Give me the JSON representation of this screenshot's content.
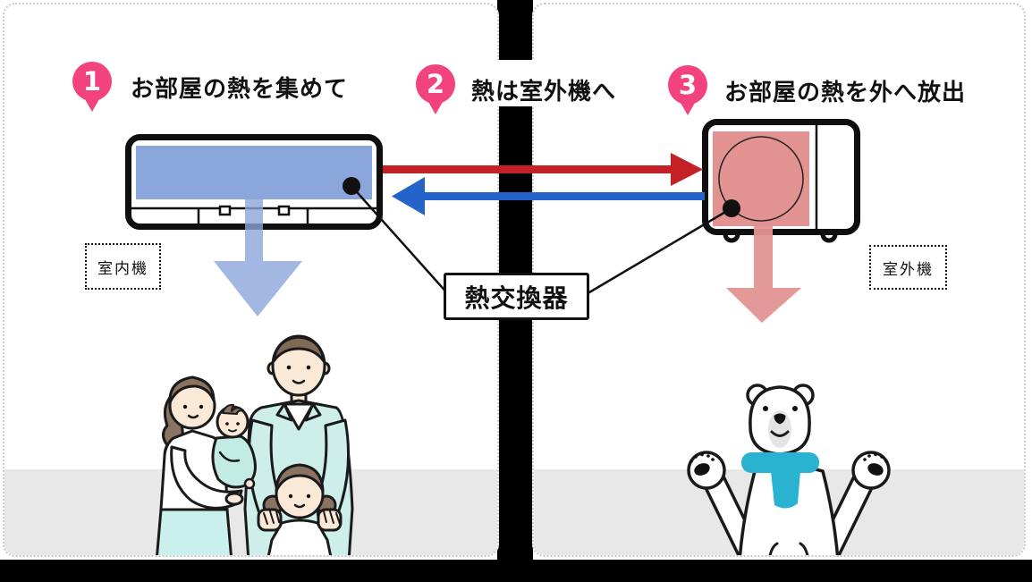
{
  "diagram": {
    "steps": [
      {
        "number": "1",
        "label": "お部屋の熱を集めて"
      },
      {
        "number": "2",
        "label": "熱は室外機へ"
      },
      {
        "number": "3",
        "label": "お部屋の熱を外へ放出"
      }
    ],
    "labels": {
      "indoor_unit": "室内機",
      "outdoor_unit": "室外機",
      "heat_exchanger": "熱交換器"
    },
    "icons": {
      "indoor_unit": "indoor-ac-unit-illustration",
      "outdoor_unit": "outdoor-ac-unit-illustration",
      "family": "family-illustration",
      "polar_bear": "polar-bear-illustration",
      "heat_to_outdoor": "red-right-arrow",
      "refrigerant_return": "blue-left-arrow",
      "cool_air_down": "blue-down-arrow",
      "exhaust_heat_down": "red-down-arrow",
      "heat_exchanger_callout": "callout-lines-with-dots"
    },
    "colors": {
      "step_badge_pink": "#F2437F",
      "heat_arrow_red": "#C32125",
      "return_arrow_blue": "#2463C9",
      "indoor_coil_blue": "#8BA6DB",
      "outdoor_coil_red": "#E29391",
      "scarf_teal": "#2AB3D0",
      "floor_gray": "#E8E8E8",
      "wall_black": "#000000"
    }
  }
}
